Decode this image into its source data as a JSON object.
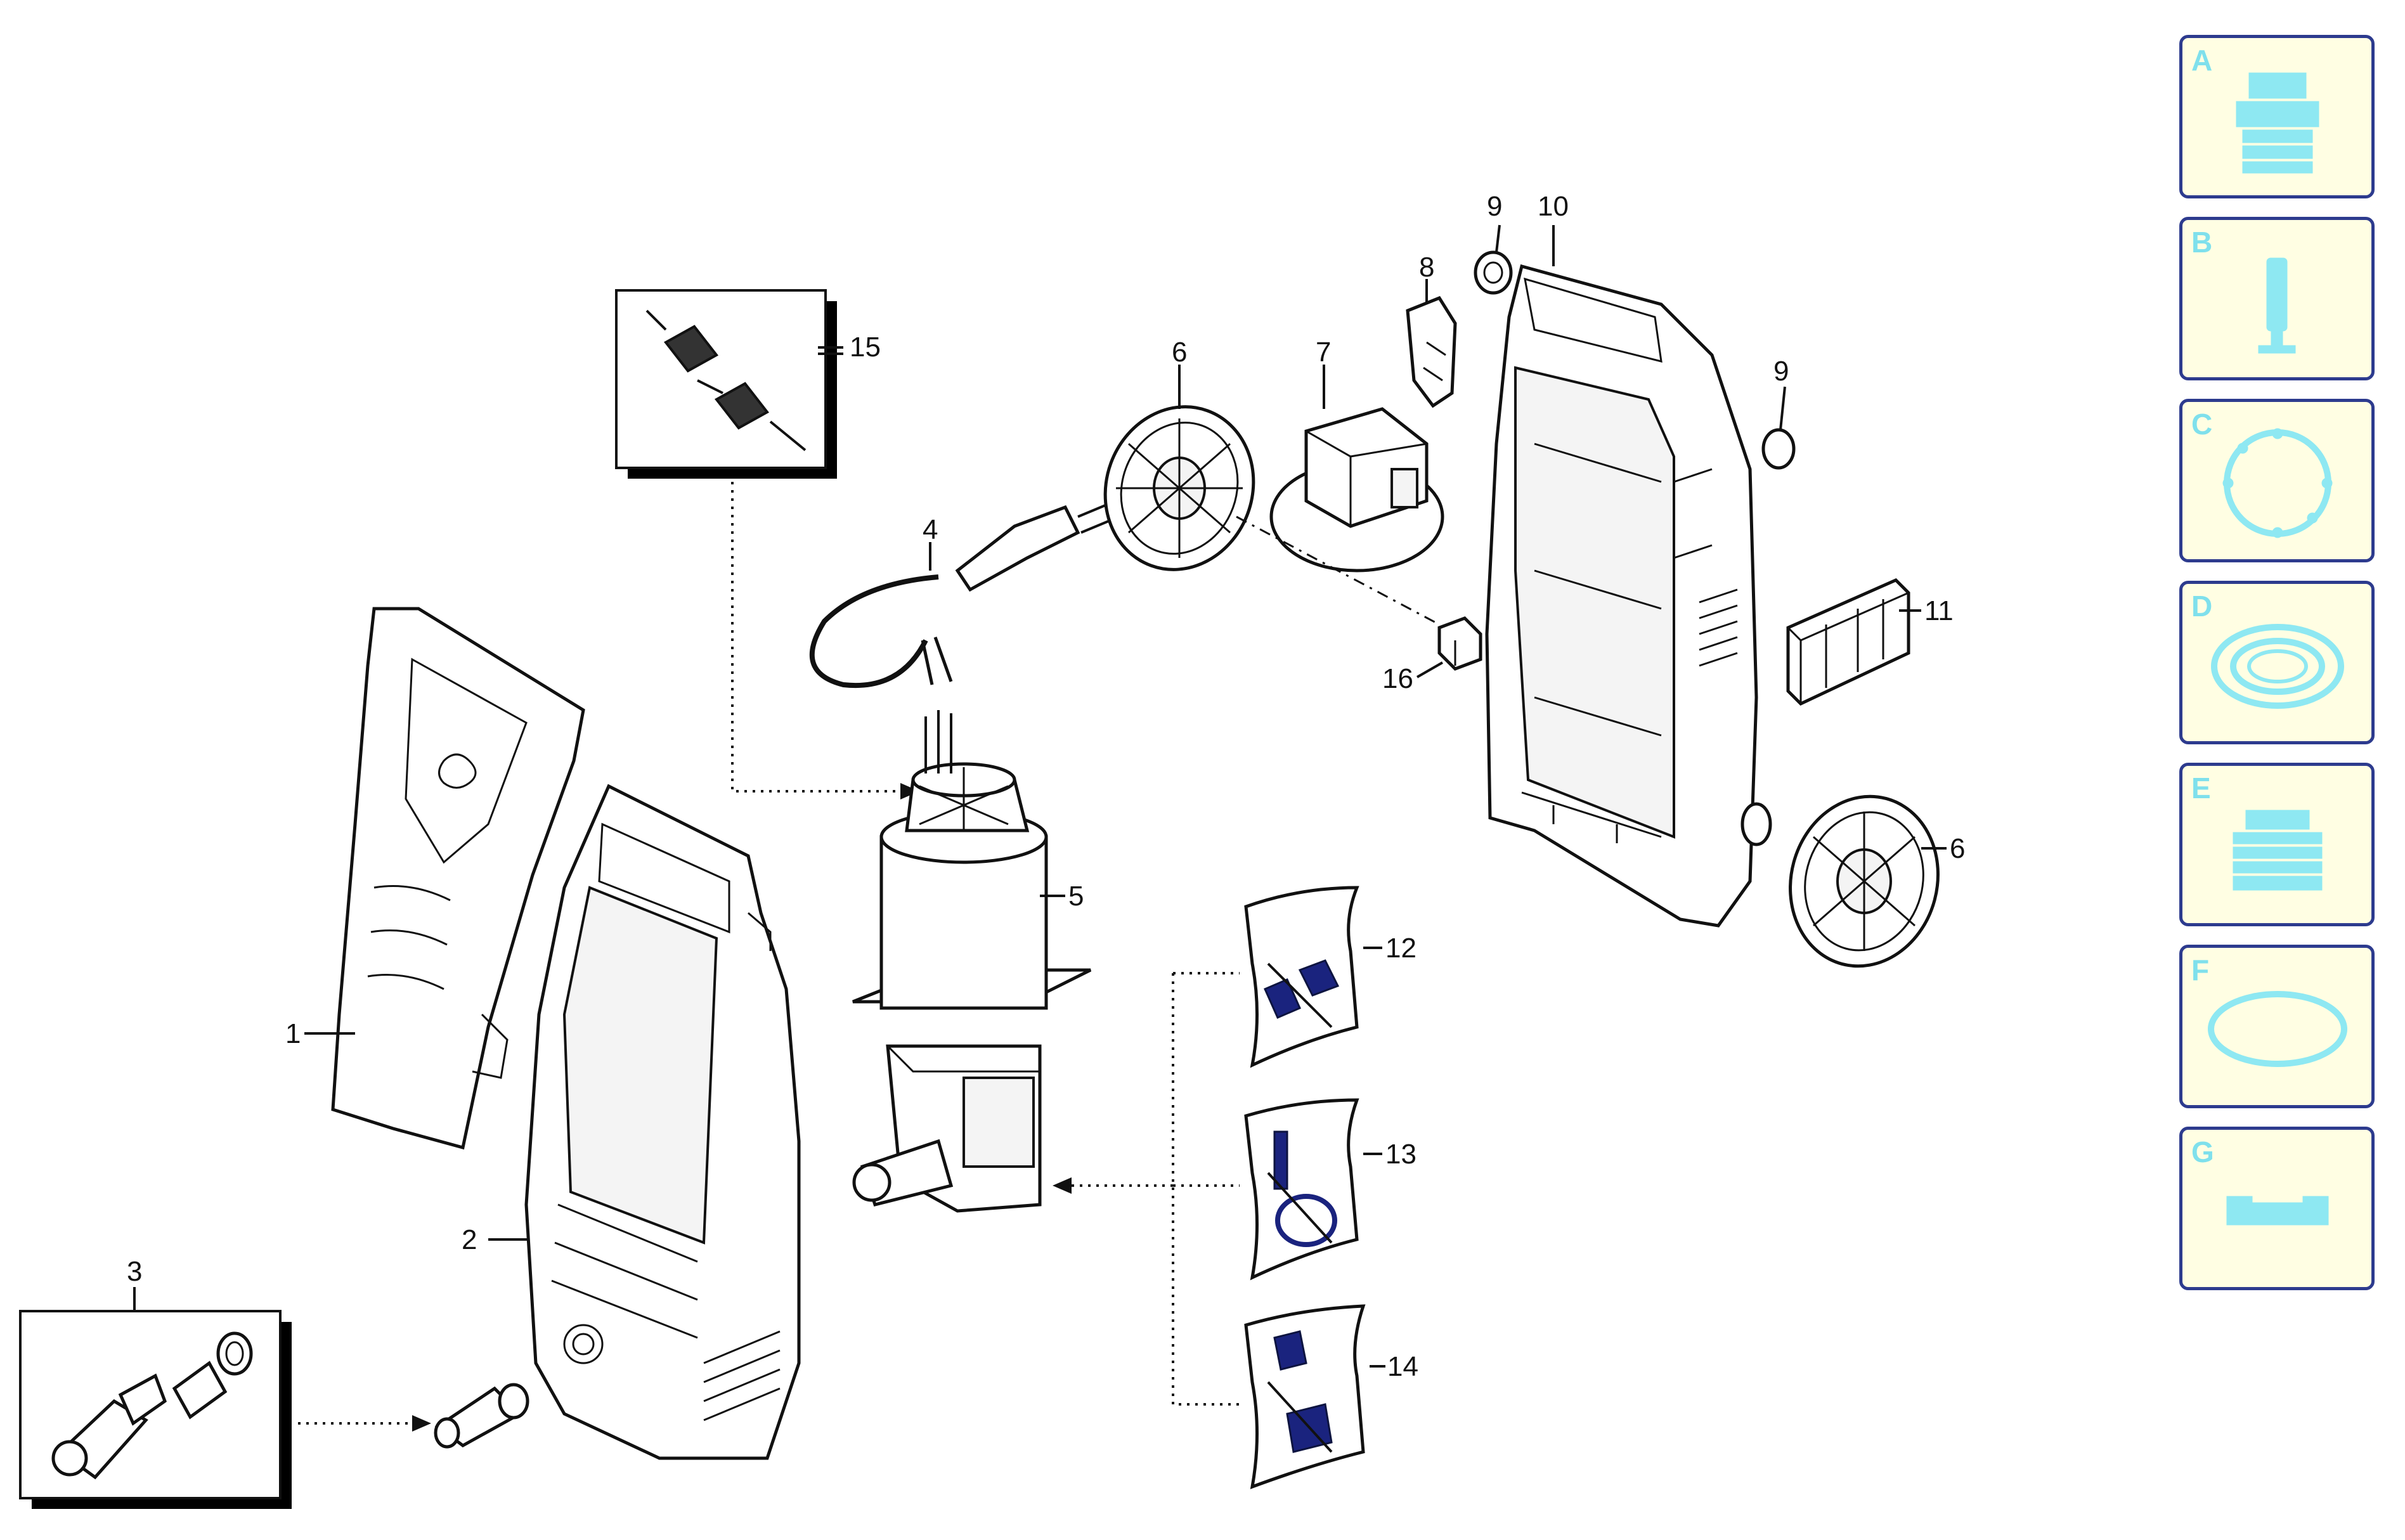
{
  "callouts": {
    "c1": "1",
    "c2": "2",
    "c3": "3",
    "c4": "4",
    "c5": "5",
    "c6a": "6",
    "c6b": "6",
    "c7": "7",
    "c8": "8",
    "c9a": "9",
    "c9b": "9",
    "c10": "10",
    "c11": "11",
    "c12": "12",
    "c13": "13",
    "c14": "14",
    "c15": "15",
    "c16": "16"
  },
  "side_panel": {
    "items": [
      {
        "letter": "A",
        "icon": "quick-coupling-icon"
      },
      {
        "letter": "B",
        "icon": "nozzle-icon"
      },
      {
        "letter": "C",
        "icon": "seal-ring-icon"
      },
      {
        "letter": "D",
        "icon": "flat-washer-icon"
      },
      {
        "letter": "E",
        "icon": "threaded-adapter-icon"
      },
      {
        "letter": "F",
        "icon": "o-ring-icon"
      },
      {
        "letter": "G",
        "icon": "clip-icon"
      }
    ]
  },
  "colors": {
    "panel_border": "#2d3b8e",
    "panel_fill": "#fffee3",
    "icon_cyan": "#8ee8f2",
    "kit_navy": "#1a237e"
  }
}
